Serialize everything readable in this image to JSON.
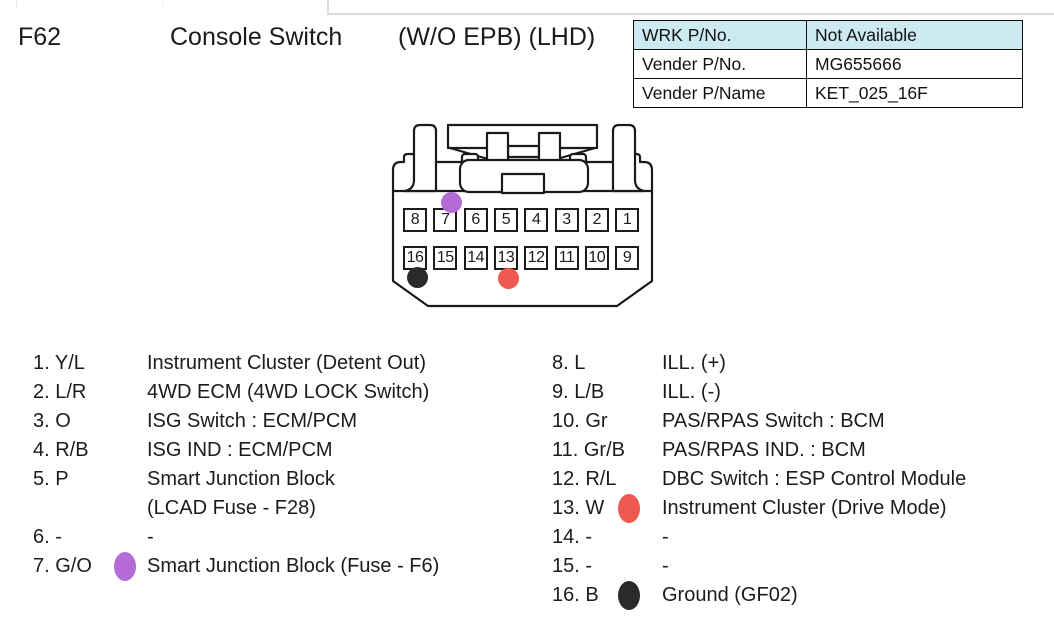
{
  "header": {
    "code": "F62",
    "title": "Console Switch",
    "variant": "(W/O EPB) (LHD)"
  },
  "info_table": {
    "rows": [
      {
        "label": "WRK P/No.",
        "value": "Not Available",
        "highlight": true
      },
      {
        "label": "Vender P/No.",
        "value": "MG655666",
        "highlight": false
      },
      {
        "label": "Vender P/Name",
        "value": "KET_025_16F",
        "highlight": false
      }
    ]
  },
  "colors": {
    "table_header_bg": "#cde9f1",
    "marker_purple": "#b56bd6",
    "marker_red": "#ef5a50",
    "marker_black": "#2a2a2a"
  },
  "connector": {
    "pins_top": [
      "8",
      "7",
      "6",
      "5",
      "4",
      "3",
      "2",
      "1"
    ],
    "pins_bottom": [
      "16",
      "15",
      "14",
      "13",
      "12",
      "11",
      "10",
      "9"
    ],
    "markers": [
      {
        "near_pin": "7",
        "color": "#b56bd6"
      },
      {
        "near_pin": "16",
        "color": "#2a2a2a"
      },
      {
        "near_pin": "13",
        "color": "#ef5a50"
      }
    ]
  },
  "pinout": {
    "left_column": [
      {
        "label": "1. Y/L",
        "dot": "",
        "desc": "Instrument Cluster (Detent Out)"
      },
      {
        "label": "2. L/R",
        "dot": "",
        "desc": "4WD ECM (4WD LOCK Switch)"
      },
      {
        "label": "3. O",
        "dot": "",
        "desc": "ISG Switch : ECM/PCM"
      },
      {
        "label": "4. R/B",
        "dot": "",
        "desc": "ISG IND : ECM/PCM"
      },
      {
        "label": "5. P",
        "dot": "",
        "desc": "Smart Junction Block"
      },
      {
        "label": "",
        "dot": "",
        "desc": "(LCAD Fuse - F28)"
      },
      {
        "label": "6. -",
        "dot": "",
        "desc": "-"
      },
      {
        "label": "7. G/O",
        "dot": "#b56bd6",
        "desc": "Smart Junction Block (Fuse - F6)"
      }
    ],
    "right_column": [
      {
        "label": "8. L",
        "dot": "",
        "desc": "ILL. (+)"
      },
      {
        "label": "9. L/B",
        "dot": "",
        "desc": "ILL. (-)"
      },
      {
        "label": "10. Gr",
        "dot": "",
        "desc": "PAS/RPAS Switch : BCM"
      },
      {
        "label": "11. Gr/B",
        "dot": "",
        "desc": "PAS/RPAS IND. : BCM"
      },
      {
        "label": "12. R/L",
        "dot": "",
        "desc": "DBC Switch : ESP Control Module"
      },
      {
        "label": "13. W",
        "dot": "#ef5a50",
        "desc": "Instrument Cluster (Drive Mode)"
      },
      {
        "label": "14. -",
        "dot": "",
        "desc": "-"
      },
      {
        "label": "15. -",
        "dot": "",
        "desc": "-"
      },
      {
        "label": "16. B",
        "dot": "#2a2a2a",
        "desc": "Ground (GF02)"
      }
    ]
  }
}
